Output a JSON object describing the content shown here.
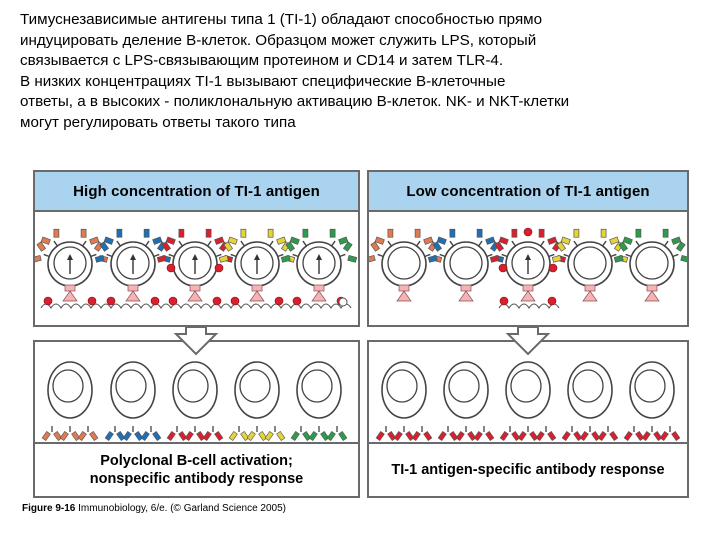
{
  "intro_lines": [
    "Тимуснезависимые антигены типа 1 (TI-1) обладают способностью прямо",
    "индуцировать деление В-клеток. Образцом может служить LPS, который",
    "связывается с LPS-связывающим протеином и CD14 и затем TLR-4.",
    "В низких концентрациях TI-1 вызывают специфические В-клеточные",
    "ответы, а в высоких - поликлональную активацию В-клеток. NK-  и NKT-клетки",
    "могут регулировать ответы такого типа"
  ],
  "panels": {
    "high_title": "High concentration of TI-1 antigen",
    "low_title": "Low concentration of TI-1 antigen",
    "high_result_line1": "Polyclonal  B-cell  activation;",
    "high_result_line2": "nonspecific  antibody  response",
    "low_result": "TI-1 antigen-specific antibody response"
  },
  "caption": {
    "figure": "Figure 9-16",
    "source": "Immunobiology, 6/e. (© Garland Science 2005)"
  },
  "colors": {
    "header_bg": "#a9d3ee",
    "border": "#6a6a6a",
    "antigen": "#d8202f",
    "receptor_pink": "#f4b3b5",
    "high_receptors": [
      "#e07a50",
      "#1f6fb5",
      "#d8202f",
      "#e6d23a",
      "#2e9b4a"
    ],
    "low_receptors": [
      "#e07a50",
      "#1f6fb5",
      "#d8202f",
      "#e6d23a",
      "#2e9b4a"
    ]
  }
}
